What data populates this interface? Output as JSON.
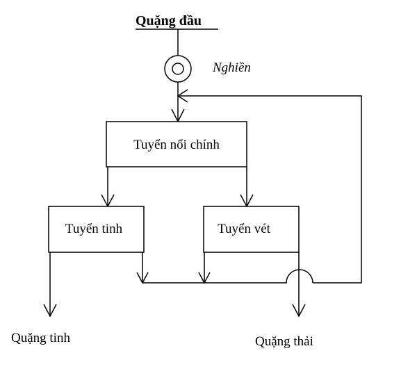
{
  "diagram": {
    "feed_label": "Quặng đầu",
    "grinding_label": "Nghiền",
    "nodes": {
      "rougher": "Tuyển nổi chính",
      "cleaner": "Tuyển tinh",
      "scavenger": "Tuyển vét"
    },
    "outputs": {
      "concentrate": "Quặng tinh",
      "tailings": "Quặng thải"
    }
  }
}
